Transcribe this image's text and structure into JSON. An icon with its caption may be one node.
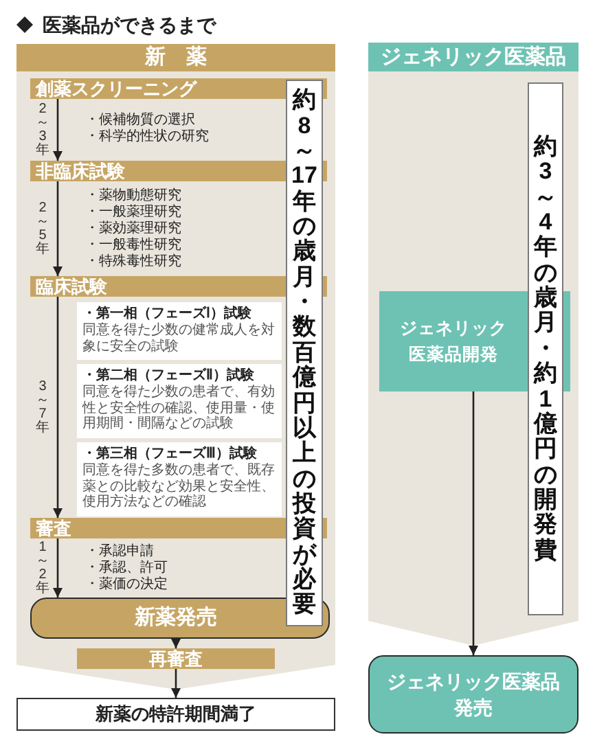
{
  "diagram": {
    "title": "医薬品ができるまで",
    "nodes": [
      {
        "text": [
          "新薬"
        ]
      },
      {
        "text": [
          "創薬スクリーニング"
        ],
        "in": 0,
        "beside": [
          "・候補物質の選択",
          "・科学的性状の研究"
        ]
      },
      {
        "text": [
          "非臨床試験"
        ],
        "in": 0,
        "beside": [
          "・薬物動態研究",
          "・一般薬理研究",
          "・薬効薬理研究",
          "・一般毒性研究",
          "・特殊毒性研究"
        ]
      },
      {
        "text": [
          "臨床試験"
        ],
        "in": 0
      },
      {
        "text": [
          "・第一相（フェーズⅠ）試験",
          "同意を得た少数の健常成人を対象に安全の試験"
        ],
        "in": 0
      },
      {
        "text": [
          "・第二相（フェーズⅡ）試験",
          "同意を得た少数の患者で、有効性と安全性の確認、使用量・使用期間・間隔などの試験"
        ],
        "in": 0
      },
      {
        "text": [
          "・第三相（フェーズⅢ）試験",
          "同意を得た多数の患者で、既存薬との比較など効果と安全性、使用方法などの確認"
        ],
        "in": 0
      },
      {
        "text": [
          "審査"
        ],
        "in": 0,
        "beside": [
          "・承認申請",
          "・承認、許可",
          "・薬価の決定"
        ]
      },
      {
        "text": [
          "新薬発売"
        ],
        "in": 0
      },
      {
        "text": [
          "再審査"
        ],
        "in": 0
      },
      {
        "text": [
          "約8～17年の歳月・数百億円以上の投資が必要"
        ],
        "in": 0
      },
      {
        "text": [
          "新薬の特許期間満了"
        ]
      },
      {
        "text": [
          "ジェネリック医薬品"
        ]
      },
      {
        "text": [
          "ジェネリック医薬品開発"
        ],
        "in": 12
      },
      {
        "text": [
          "約3～4年の歳月・約1億円の開発費"
        ],
        "in": 12
      },
      {
        "text": [
          "ジェネリック医薬品発売"
        ]
      }
    ],
    "edges": [
      {
        "from": 1,
        "to": 2,
        "arrow": "to",
        "label": "2～3年"
      },
      {
        "from": 2,
        "to": 3,
        "arrow": "to",
        "label": "2～5年"
      },
      {
        "from": 3,
        "to": 7,
        "arrow": "to",
        "label": "3～7年"
      },
      {
        "from": 7,
        "to": 8,
        "arrow": "to",
        "label": "1～2年"
      },
      {
        "from": 8,
        "to": 9,
        "arrow": "to"
      },
      {
        "from": 9,
        "to": 11,
        "arrow": "to"
      },
      {
        "from": 13,
        "to": 15,
        "arrow": "to"
      }
    ]
  }
}
